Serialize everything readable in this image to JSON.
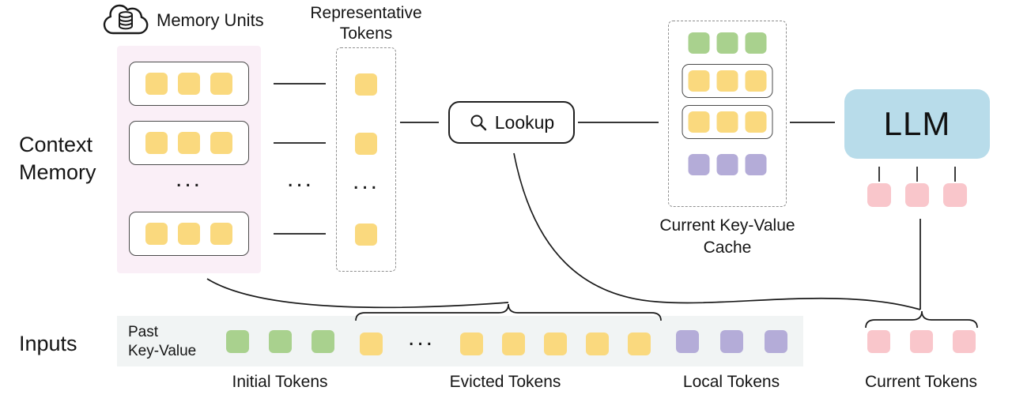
{
  "colors": {
    "token_yellow": "#FAD97E",
    "token_green": "#A9D18E",
    "token_purple": "#B4ACD8",
    "token_pink": "#F9C6CB",
    "llm_blue": "#B8DCEA",
    "memory_bg": "#FAEFF7",
    "input_strip_bg": "#F1F4F4",
    "line": "#1A1A1A"
  },
  "symbols": {
    "ellipsis": "..."
  },
  "context_memory": {
    "label_line1": "Context",
    "label_line2": "Memory",
    "memory_units_label": "Memory Units"
  },
  "representative": {
    "label_line1": "Representative",
    "label_line2": "Tokens"
  },
  "lookup": {
    "label": "Lookup"
  },
  "cache": {
    "label_line1": "Current Key-Value",
    "label_line2": "Cache"
  },
  "llm": {
    "label": "LLM"
  },
  "inputs": {
    "label": "Inputs",
    "past_kv_line1": "Past",
    "past_kv_line2": "Key-Value",
    "initial_label": "Initial Tokens",
    "evicted_label": "Evicted Tokens",
    "local_label": "Local Tokens",
    "current_label": "Current Tokens"
  },
  "token_counts": {
    "memory_units_shown": 3,
    "tokens_per_memory_unit": 3,
    "representative_tokens_shown": 3,
    "cache_rows": {
      "initial": 3,
      "retrieved_unit_1": 3,
      "retrieved_unit_2": 3,
      "local": 3
    },
    "inputs": {
      "initial": 3,
      "evicted_shown": 6,
      "local": 3,
      "current": 3
    },
    "llm_current_inputs": 3
  }
}
